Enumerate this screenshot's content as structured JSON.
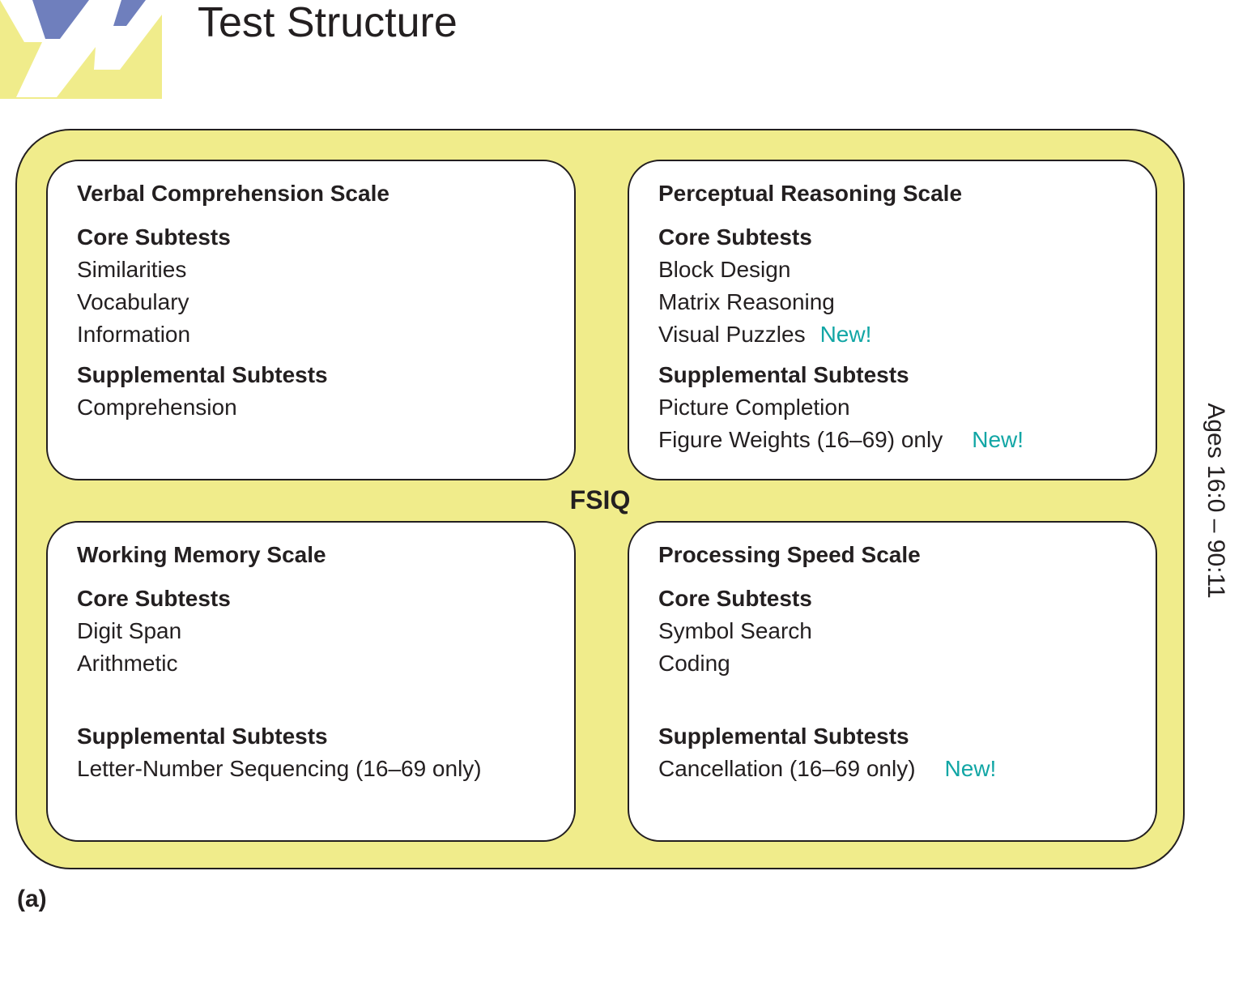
{
  "header": {
    "title": "Test Structure"
  },
  "logo": {
    "colors": {
      "primary": "#6f7fbd",
      "secondary": "#f0ec8b"
    }
  },
  "diagram": {
    "center_label": "FSIQ",
    "side_label": "Ages 16:0 – 90:11",
    "figure_label": "(a)",
    "colors": {
      "outer_fill": "#f0ec8b",
      "new_tag": "#12a6a5",
      "text": "#231f20"
    },
    "scales": [
      {
        "title": "Verbal Comprehension Scale",
        "core": {
          "label": "Core Subtests",
          "items": [
            "Similarities",
            "Vocabulary",
            "Information"
          ]
        },
        "supplemental": {
          "label": "Supplemental Subtests",
          "items": [
            "Comprehension"
          ]
        }
      },
      {
        "title": "Perceptual Reasoning Scale",
        "core": {
          "label": "Core Subtests",
          "items": [
            "Block Design",
            "Matrix Reasoning",
            "Visual Puzzles"
          ],
          "new_tag": "New!"
        },
        "supplemental": {
          "label": "Supplemental Subtests",
          "items": [
            "Picture Completion",
            "Figure Weights (16–69) only"
          ],
          "new_tag": "New!"
        }
      },
      {
        "title": "Working Memory Scale",
        "core": {
          "label": "Core Subtests",
          "items": [
            "Digit Span",
            "Arithmetic"
          ]
        },
        "supplemental": {
          "label": "Supplemental Subtests",
          "items": [
            "Letter-Number Sequencing (16–69 only)"
          ]
        }
      },
      {
        "title": "Processing Speed Scale",
        "core": {
          "label": "Core Subtests",
          "items": [
            "Symbol Search",
            "Coding"
          ]
        },
        "supplemental": {
          "label": "Supplemental Subtests",
          "items": [
            "Cancellation (16–69 only)"
          ],
          "new_tag": "New!"
        }
      }
    ]
  }
}
